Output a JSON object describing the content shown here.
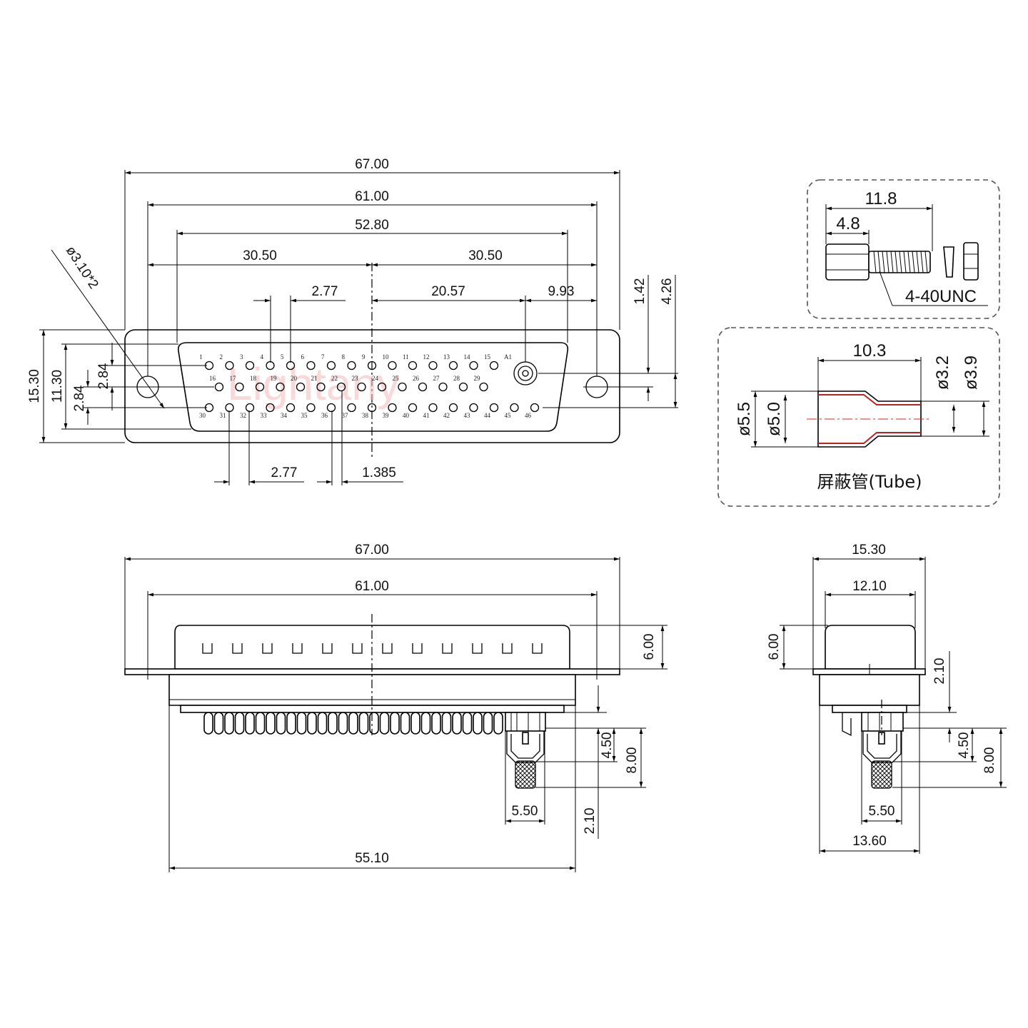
{
  "watermark": "Lightany",
  "front_view": {
    "dims": {
      "overall_width": "67.00",
      "hole_spacing": "61.00",
      "shell_width": "52.80",
      "half_left": "30.50",
      "half_right": "30.50",
      "pin_pitch_top": "2.77",
      "center_to_coax": "20.57",
      "coax_to_hole": "9.93",
      "offset_small": "1.42",
      "offset_large": "4.26",
      "mount_hole": "ø3.10*2",
      "flange_height": "15.30",
      "shell_height": "11.30",
      "row_upper": "2.84",
      "row_lower": "2.84",
      "pin_pitch_bottom": "2.77",
      "row_offset": "1.385"
    },
    "pins": {
      "row1": [
        "1",
        "2",
        "3",
        "4",
        "5",
        "6",
        "7",
        "8",
        "9",
        "10",
        "11",
        "12",
        "13",
        "14",
        "15"
      ],
      "coax": "A1",
      "row2": [
        "16",
        "17",
        "18",
        "19",
        "20",
        "21",
        "22",
        "23",
        "24",
        "25",
        "26",
        "27",
        "28",
        "29"
      ],
      "row3": [
        "30",
        "31",
        "32",
        "33",
        "34",
        "35",
        "36",
        "37",
        "38",
        "39",
        "40",
        "41",
        "42",
        "43",
        "44",
        "45",
        "46"
      ]
    }
  },
  "side_view": {
    "dims": {
      "overall_width": "67.00",
      "hole_spacing": "61.00",
      "shell_height": "6.00",
      "tail_length": "4.50",
      "tail_total": "8.00",
      "coax_width": "5.50",
      "standoff": "2.10",
      "rear_width": "55.10"
    }
  },
  "end_view": {
    "dims": {
      "flange_height": "15.30",
      "shell_depth": "12.10",
      "shell_height": "6.00",
      "standoff": "2.10",
      "tail_length": "4.50",
      "tail_total": "8.00",
      "coax_width": "5.50",
      "rear_width": "13.60"
    }
  },
  "screw_detail": {
    "length": "11.8",
    "hex_length": "4.8",
    "thread": "4-40UNC"
  },
  "tube_detail": {
    "length": "10.3",
    "inner_small": "ø3.2",
    "outer_small": "ø3.9",
    "outer_large": "ø5.5",
    "inner_large": "ø5.0",
    "caption": "屏蔽管(Tube)"
  }
}
